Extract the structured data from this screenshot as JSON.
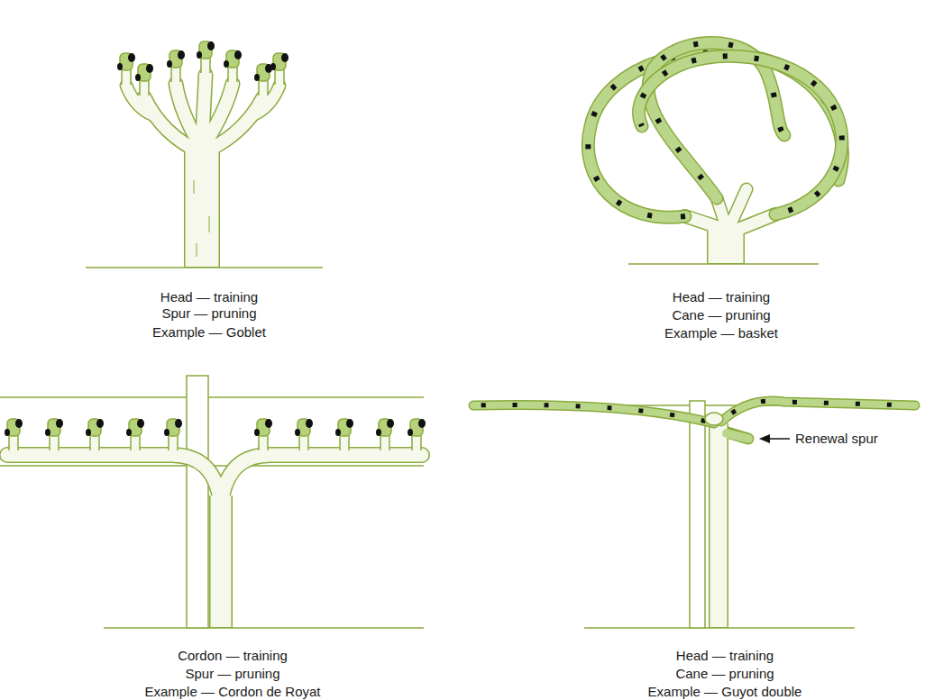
{
  "diagram": {
    "labels": [
      "Head — training",
      "Spur — pruning",
      "Example — Goblet",
      "Head — training",
      "Cane — pruning",
      "Example — basket",
      "Cordon — training",
      "Spur — pruning",
      "Example — Cordon de Royat",
      "Head — training",
      "Cane — pruning",
      "Example — Guyot double",
      "Renewal spur"
    ]
  }
}
